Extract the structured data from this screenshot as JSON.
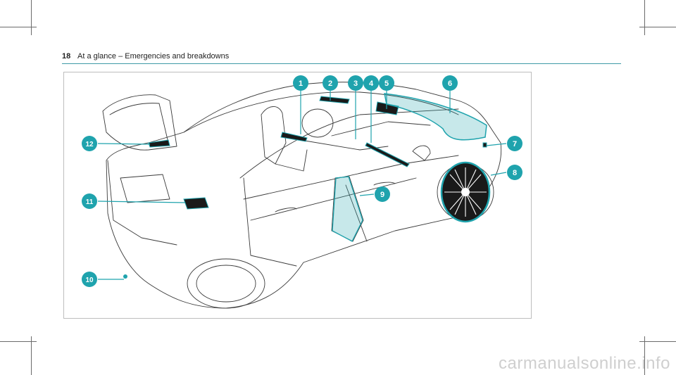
{
  "header": {
    "page_number": "18",
    "title": "At a glance – Emergencies and breakdowns"
  },
  "figure": {
    "callouts": [
      "1",
      "2",
      "3",
      "4",
      "5",
      "6",
      "7",
      "8",
      "9",
      "10",
      "11",
      "12"
    ]
  },
  "watermark": "carmanualsonline.info",
  "colors": {
    "accent": "#1fa3ad",
    "line": "#3a3a3a"
  }
}
